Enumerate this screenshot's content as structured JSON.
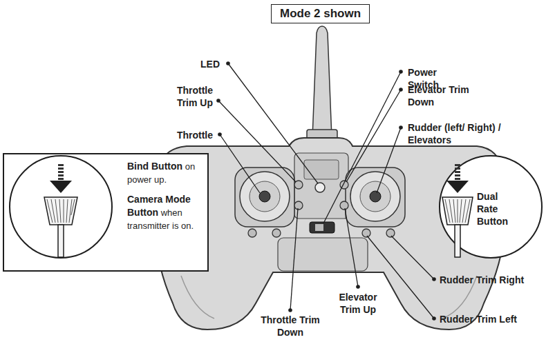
{
  "diagram": {
    "title": "Mode 2 shown",
    "nodes": [
      {
        "text": [
          "Bind Button",
          "on power up.",
          "Camera Mode Button",
          "when transmitter is on."
        ]
      }
    ],
    "labels": [
      "LED",
      "Throttle Trim Up",
      "Throttle",
      "Power Switch",
      "Elevator Trim Down",
      "Rudder (left/ Right) / Elevators",
      "Dual Rate Button",
      "Rudder Trim Right",
      "Rudder Trim Left",
      "Elevator Trim Up",
      "Throttle Trim Down"
    ]
  }
}
